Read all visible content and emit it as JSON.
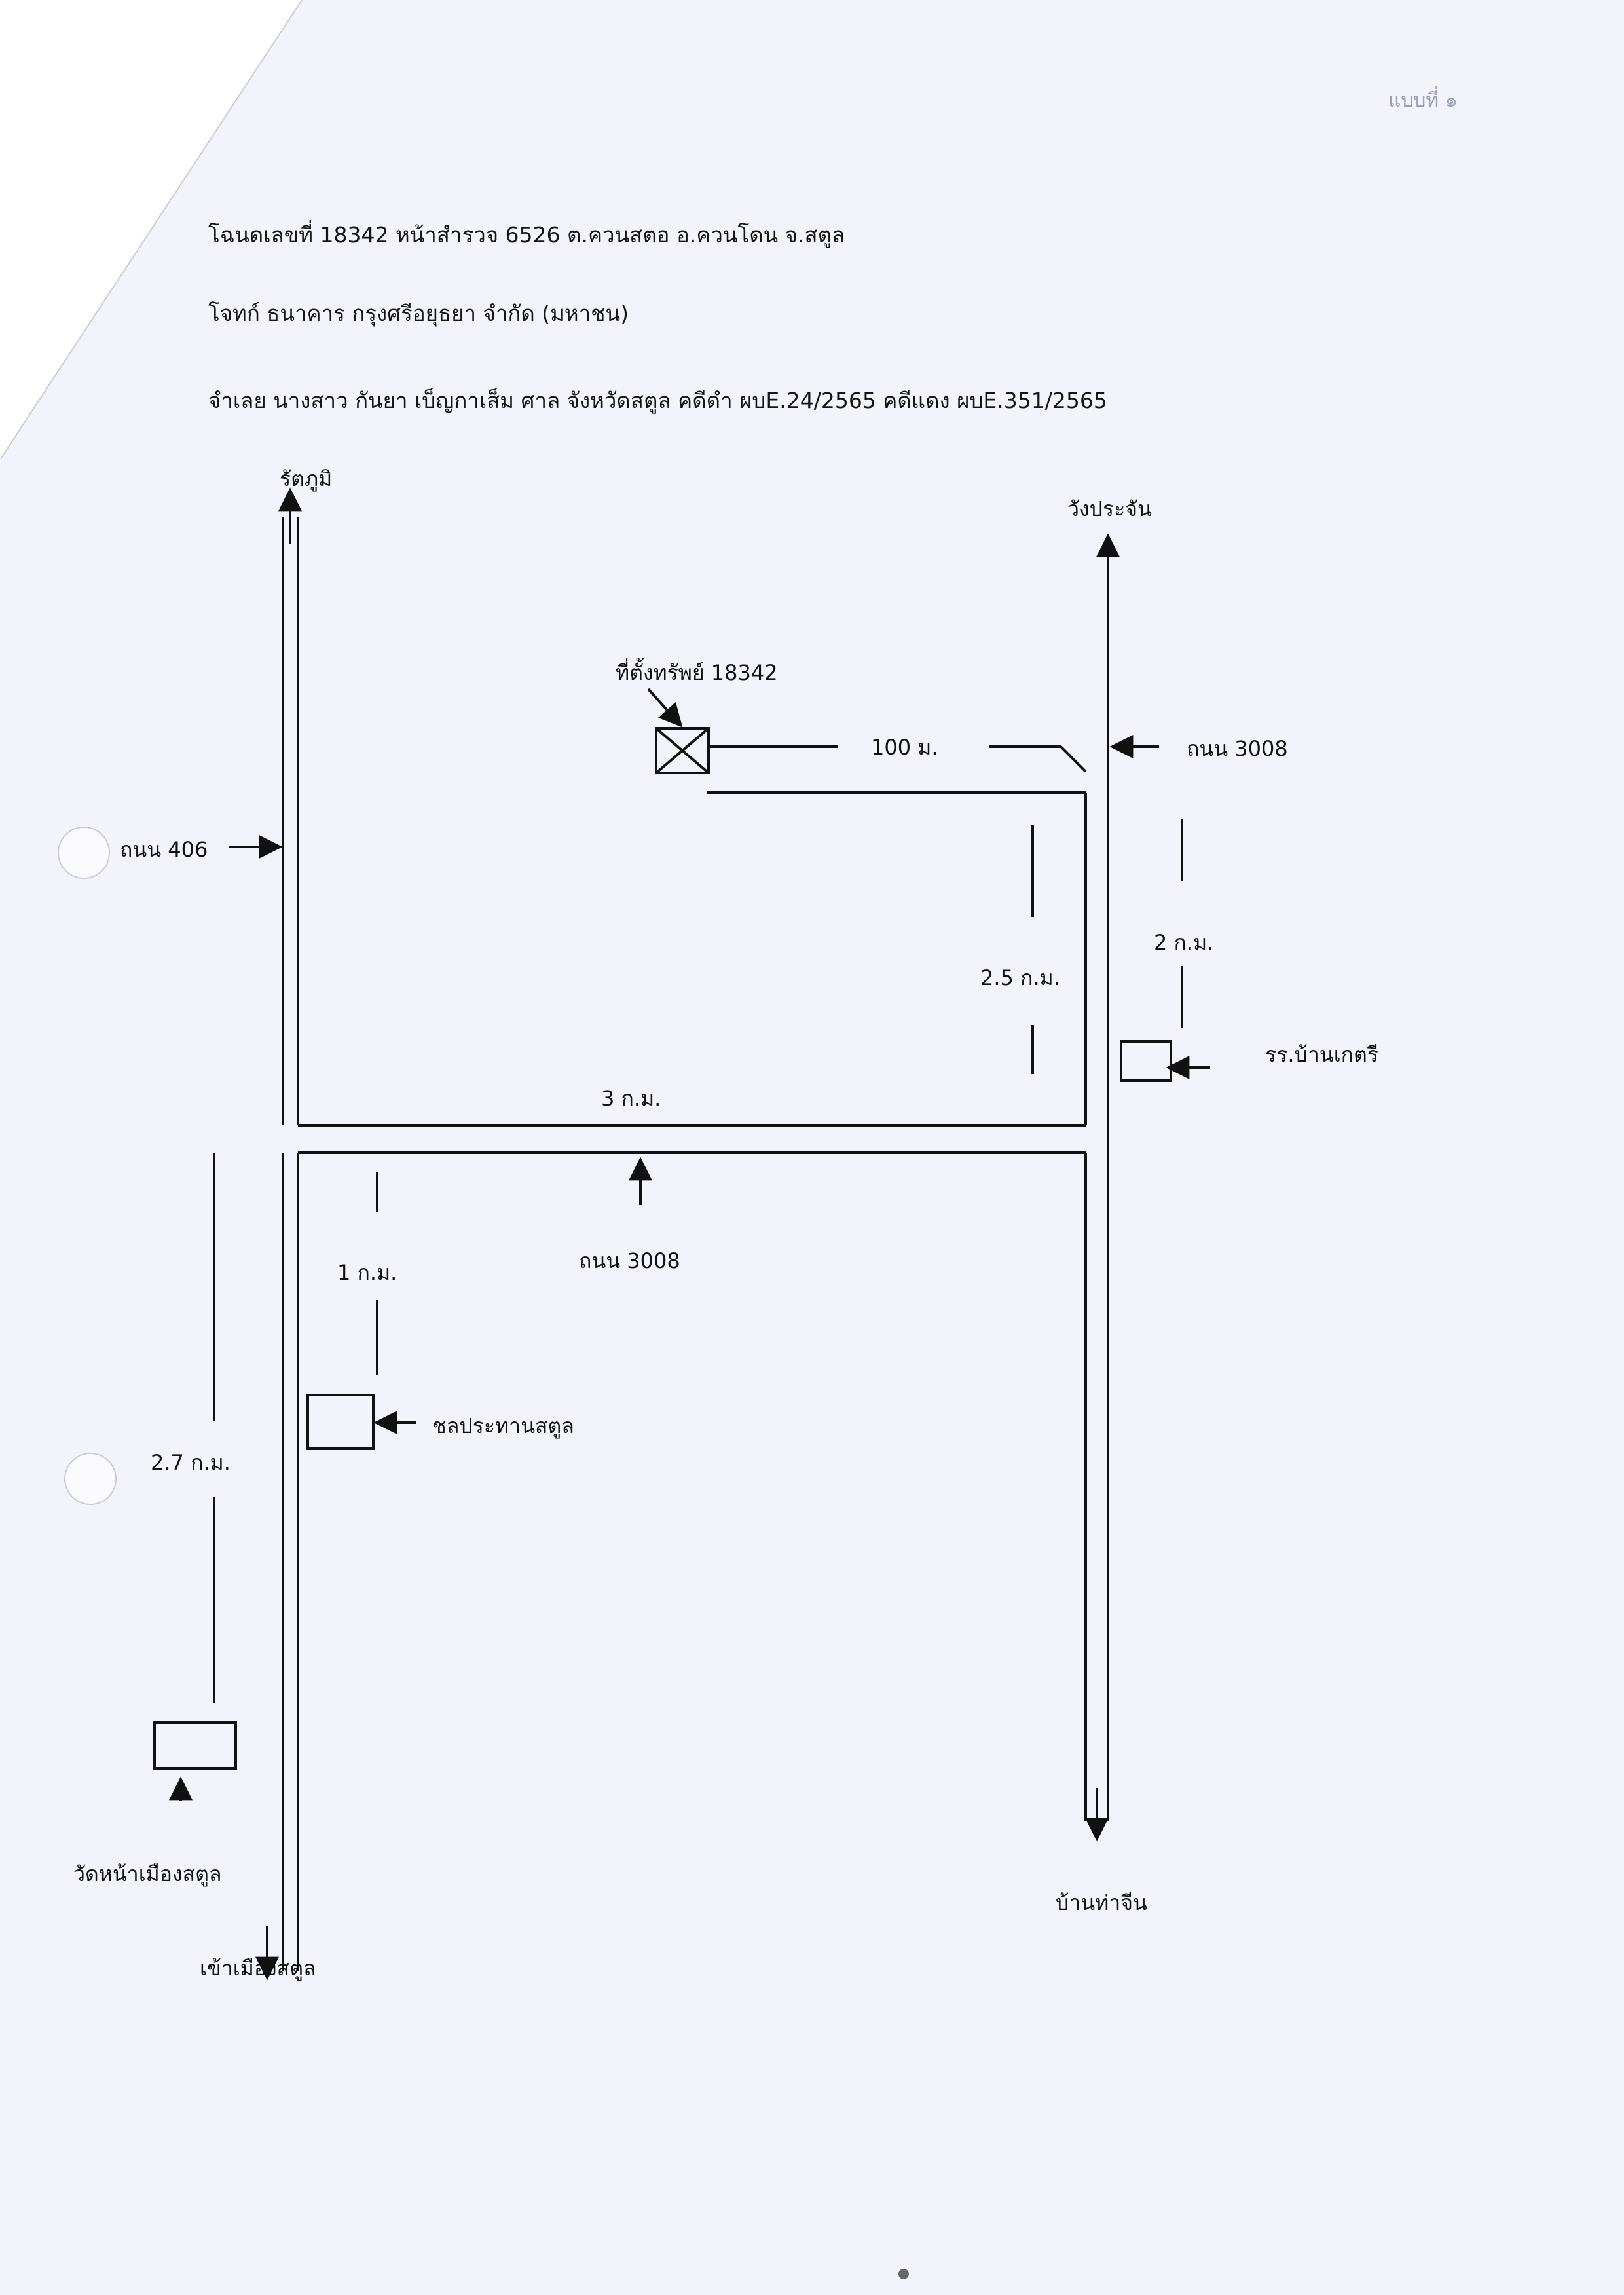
{
  "page": {
    "page_number": "แบบที่ ๑"
  },
  "header": {
    "deed": "โฉนดเลขที่ 18342 หน้าสำรวจ 6526 ต.ควนสตอ อ.ควนโดน จ.สตูล",
    "plaintiff": "โจทก์ ธนาคาร กรุงศรีอยุธยา จำกัด (มหาชน)",
    "defendant": "จำเลย นางสาว กันยา เบ็ญกาเส็ม ศาล จังหวัดสตูล คดีดำ ผบE.24/2565 คดีแดง ผบE.351/2565"
  },
  "map": {
    "labels": {
      "north_left": "รัตภูมิ",
      "north_right": "วังประจัน",
      "property": "ที่ตั้งทรัพย์ 18342",
      "dist_100m": "100 ม.",
      "road_3008_top": "ถนน 3008",
      "road_406": "ถนน 406",
      "dist_2km": "2 ก.ม.",
      "dist_25km": "2.5 ก.ม.",
      "school": "รร.บ้านเกตรี",
      "dist_3km": "3 ก.ม.",
      "road_3008_bottom": "ถนน 3008",
      "dist_1km": "1 ก.ม.",
      "irrigation": "ชลประทานสตูล",
      "dist_27km": "2.7 ก.ม.",
      "temple": "วัดหน้าเมืองสตูล",
      "south_left": "เข้าเมืองสตูล",
      "south_right": "บ้านท่าจีน"
    }
  }
}
